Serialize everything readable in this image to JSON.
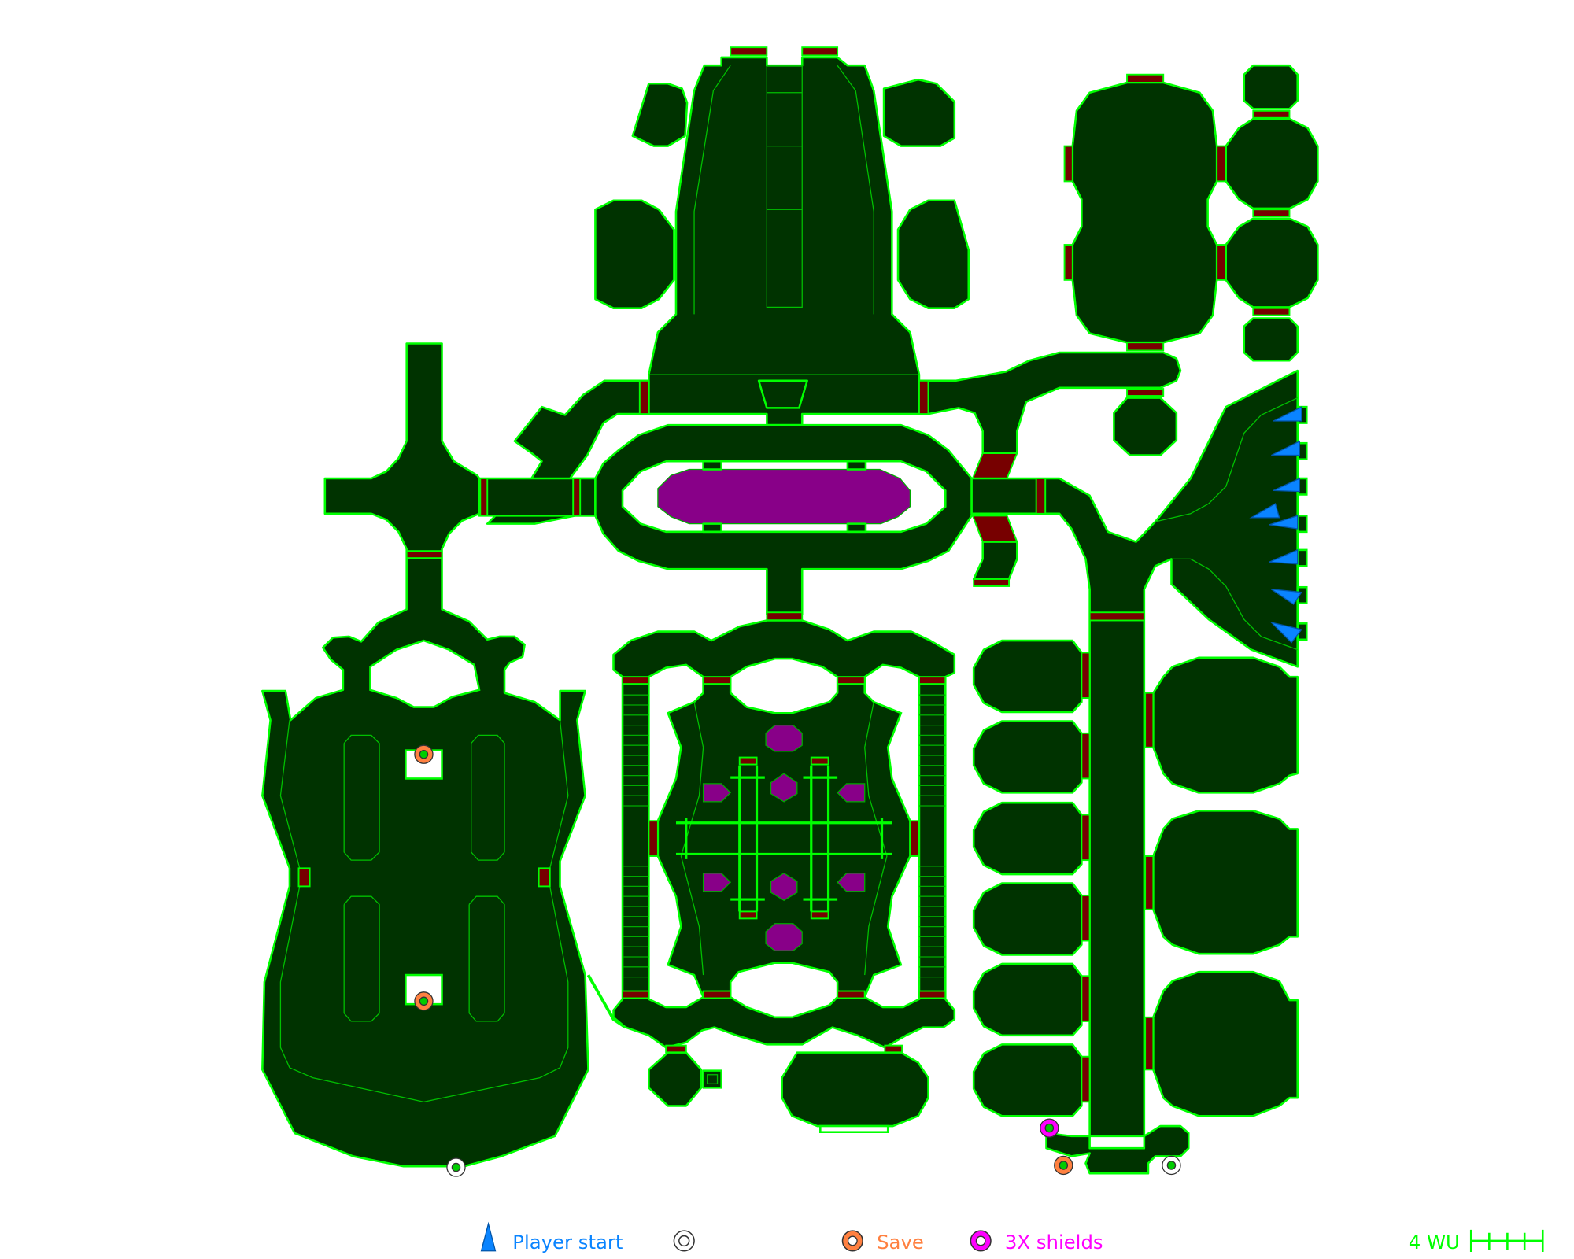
{
  "legend": {
    "player_start": {
      "label": "Player start",
      "color": "#0a84ff",
      "icon": "triangle-marker"
    },
    "unlabeled_marker": {
      "label": "",
      "color": "#ffffff",
      "icon": "ring-marker"
    },
    "save": {
      "label": "Save",
      "color": "#ff8040",
      "icon": "ring-marker"
    },
    "shields": {
      "label": "3X shields",
      "color": "#ff00ff",
      "icon": "ring-marker"
    },
    "scale": {
      "label": "4 WU",
      "color": "#00ff00"
    }
  },
  "map": {
    "room_fill": "#003300",
    "wall_color": "#00ff00",
    "door_color": "#770000",
    "pad_color": "#880088",
    "player_start_count": 8,
    "save_points": 3,
    "shield_points": 1
  }
}
